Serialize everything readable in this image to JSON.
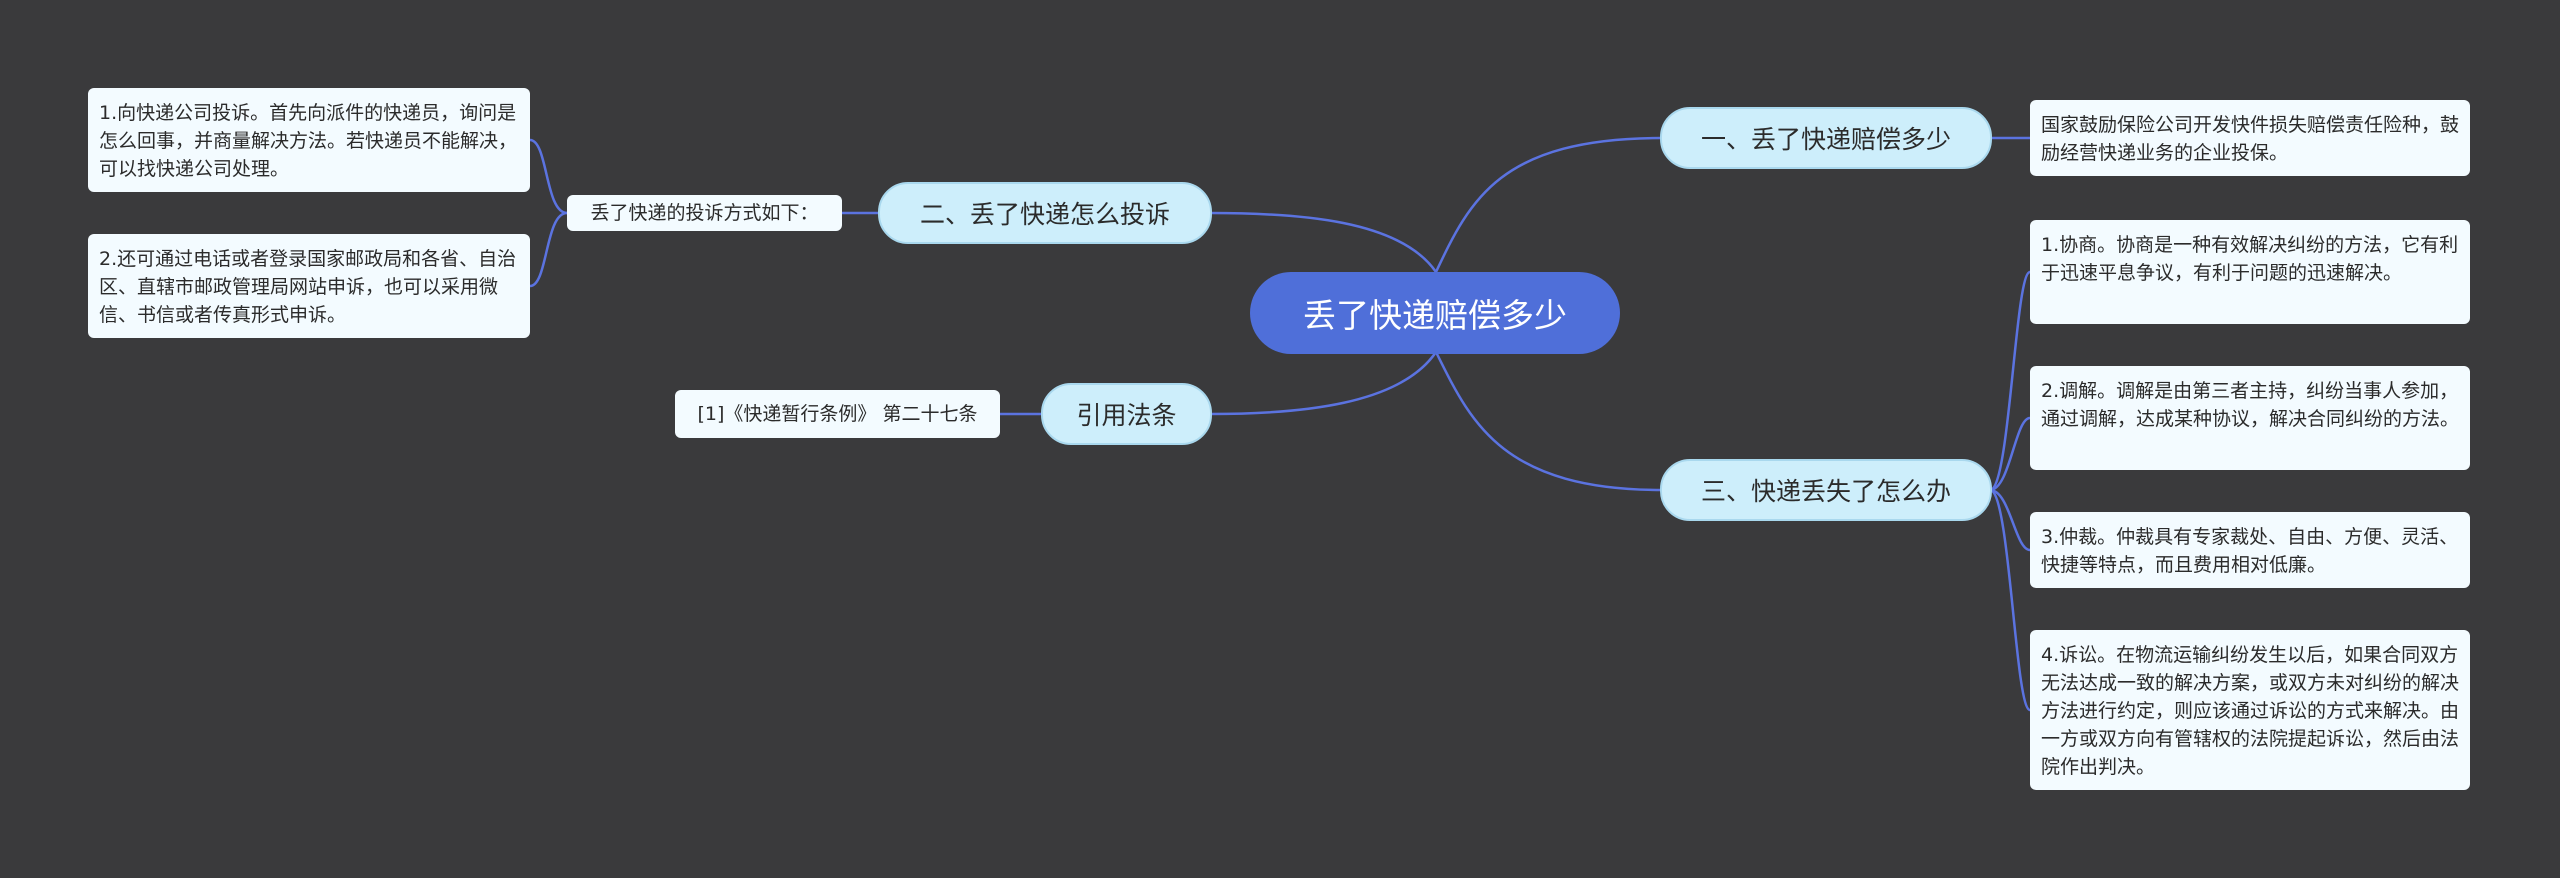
{
  "root": {
    "label": "丢了快递赔偿多少"
  },
  "branches": [
    {
      "label": "一、丢了快递赔偿多少",
      "leaves": [
        "国家鼓励保险公司开发快件损失赔偿责任险种，鼓励经营快递业务的企业投保。"
      ]
    },
    {
      "label": "三、快递丢失了怎么办",
      "leaves": [
        "1.协商。协商是一种有效解决纠纷的方法，它有利于迅速平息争议，有利于问题的迅速解决。",
        "2.调解。调解是由第三者主持，纠纷当事人参加，通过调解，达成某种协议，解决合同纠纷的方法。",
        "3.仲裁。仲裁具有专家裁处、自由、方便、灵活、快捷等特点，而且费用相对低廉。",
        "4.诉讼。在物流运输纠纷发生以后，如果合同双方无法达成一致的解决方案，或双方未对纠纷的解决方法进行约定，则应该通过诉讼的方式来解决。由一方或双方向有管辖权的法院提起诉讼，然后由法院作出判决。"
      ]
    },
    {
      "label": "二、丢了快递怎么投诉",
      "sub": {
        "label": "丢了快递的投诉方式如下：",
        "leaves": [
          "1.向快递公司投诉。首先向派件的快递员，询问是怎么回事，并商量解决方法。若快递员不能解决，可以找快递公司处理。",
          "2.还可通过电话或者登录国家邮政局和各省、自治区、直辖市邮政管理局网站申诉，也可以采用微信、书信或者传真形式申诉。"
        ]
      }
    },
    {
      "label": "引用法条",
      "leaves": [
        "[1]《快递暂行条例》 第二十七条"
      ]
    }
  ]
}
